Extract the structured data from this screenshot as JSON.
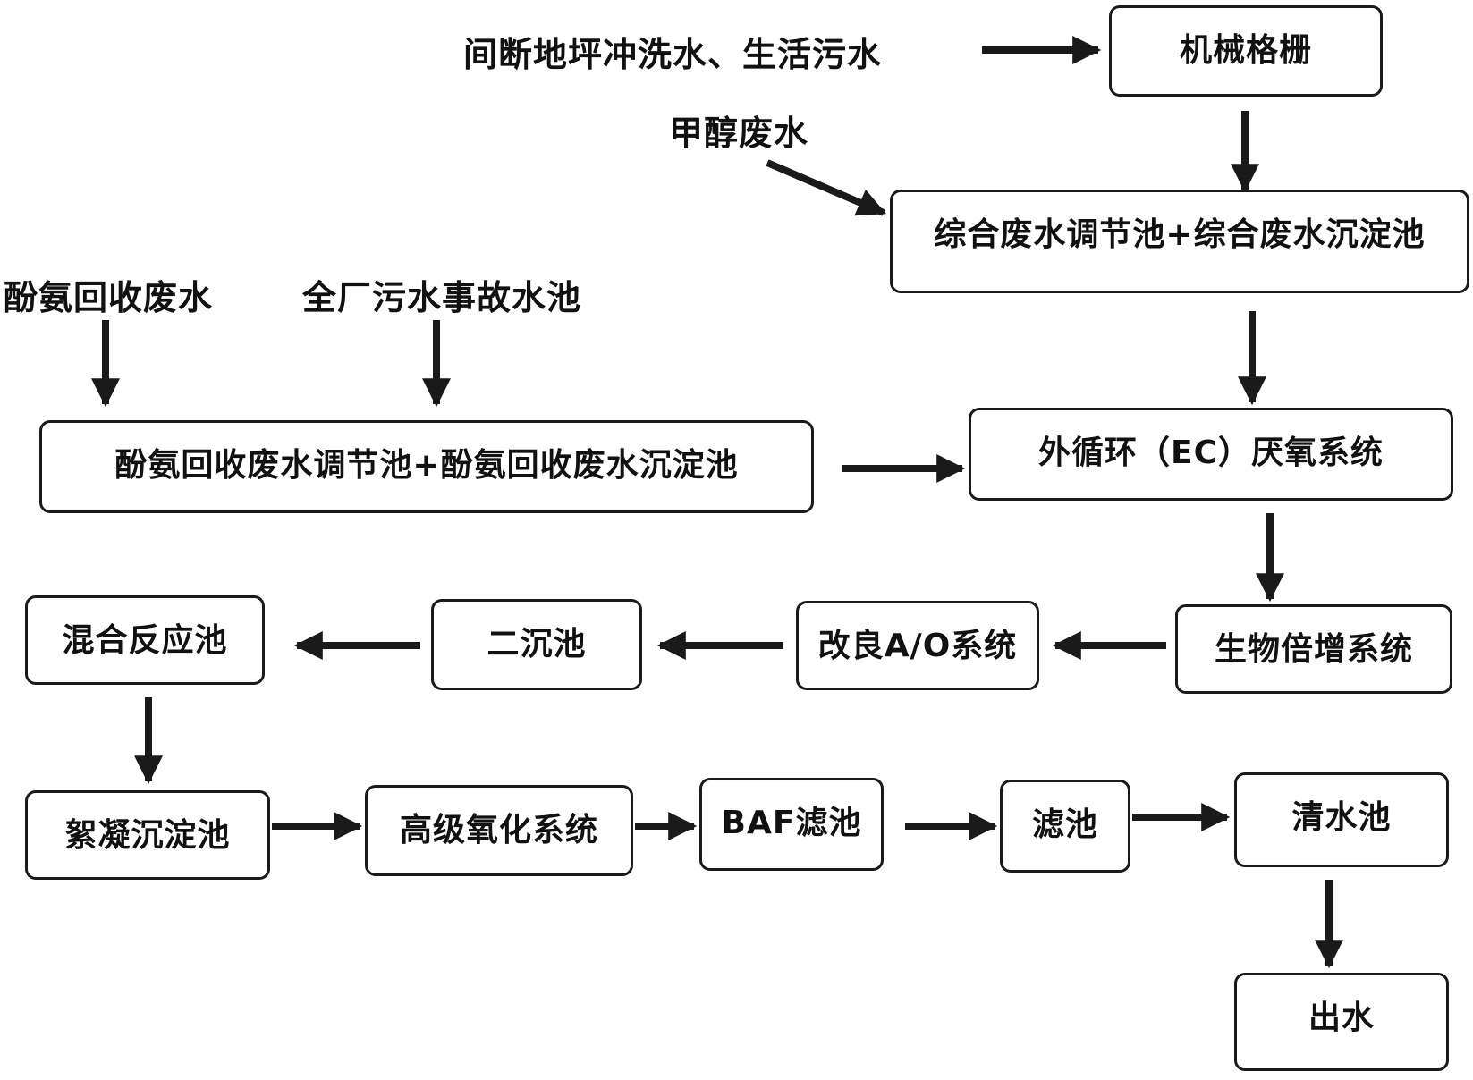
{
  "sources": {
    "floor_domestic": "间断地坪冲洗水、生活污水",
    "methanol": "甲醇废水",
    "phenol_ammonia": "酚氨回收废水",
    "plant_accident": "全厂污水事故水池"
  },
  "boxes": {
    "mechanical_grille": "机械格栅",
    "combined_tank": "综合废水调节池+综合废水沉淀池",
    "phenol_tank": "酚氨回收废水调节池+酚氨回收废水沉淀池",
    "ec_anaerobic": "外循环（EC）厌氧系统",
    "bio_multiply": "生物倍增系统",
    "improved_ao": "改良A/O系统",
    "secondary_clarifier": "二沉池",
    "mixing_reaction": "混合反应池",
    "flocculation": "絮凝沉淀池",
    "advanced_oxidation": "高级氧化系统",
    "baf_filter": "BAF滤池",
    "filter": "滤池",
    "clear_water": "清水池",
    "effluent": "出水"
  },
  "colors": {
    "stroke": "#1a1a1a",
    "text": "#111111",
    "background": "#ffffff"
  }
}
